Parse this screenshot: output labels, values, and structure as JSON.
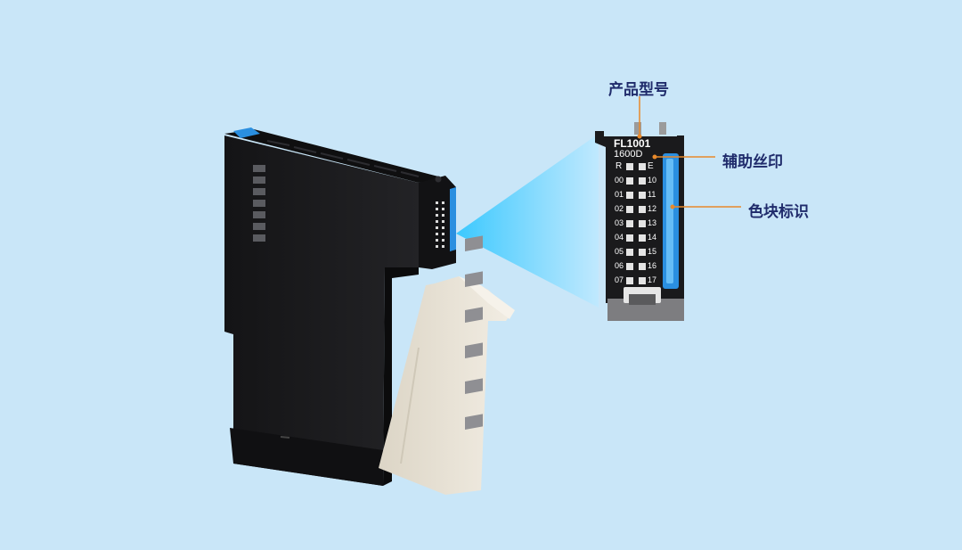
{
  "callouts": {
    "model": "产品型号",
    "silkscreen": "辅助丝印",
    "color_block": "色块标识"
  },
  "panel": {
    "model_code": "FL1001",
    "sub_code": "1600D",
    "header_left": "R",
    "header_right": "E",
    "left_channels": [
      "00",
      "01",
      "02",
      "03",
      "04",
      "05",
      "06",
      "07"
    ],
    "right_channels": [
      "10",
      "11",
      "12",
      "13",
      "14",
      "15",
      "16",
      "17"
    ]
  },
  "colors": {
    "background": "#c9e6f8",
    "module_body": "#1b1b1d",
    "accent_blue": "#2a8fe0",
    "terminal_block": "#e9e3d6",
    "callout_line": "#e8892b",
    "callout_text": "#1f2b6b"
  }
}
